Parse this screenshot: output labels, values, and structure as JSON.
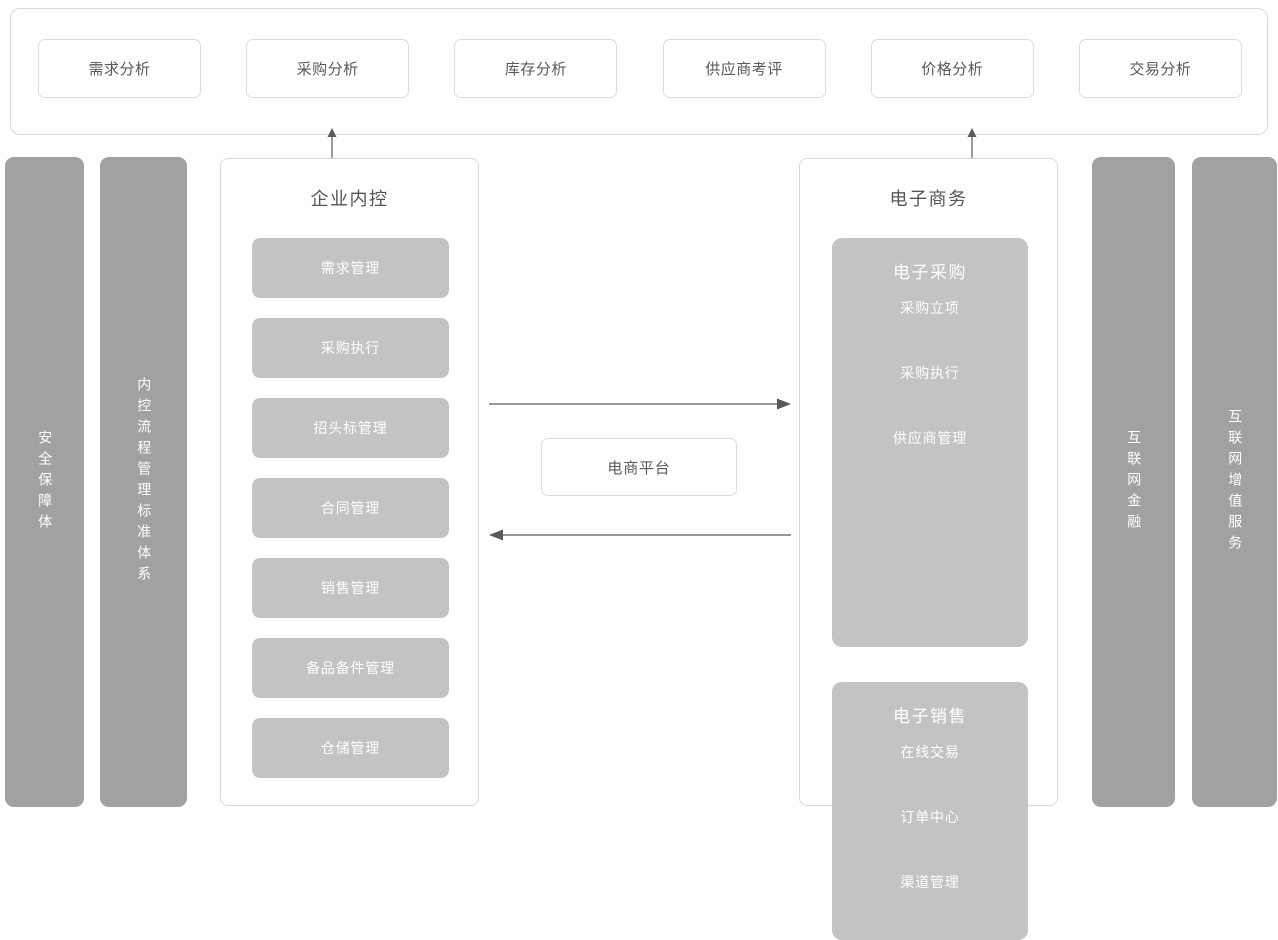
{
  "analytics_bar": {
    "cards": [
      {
        "label": "需求分析"
      },
      {
        "label": "采购分析"
      },
      {
        "label": "库存分析"
      },
      {
        "label": "供应商考评"
      },
      {
        "label": "价格分析"
      },
      {
        "label": "交易分析"
      }
    ]
  },
  "side_bars": {
    "security": {
      "label": "安全保障体"
    },
    "standards": {
      "label": "内控流程管理标准体系"
    },
    "internet_finance": {
      "label": "互联网金融"
    },
    "internet_value_added": {
      "label": "互联网增值服务"
    }
  },
  "internal_control": {
    "title": "企业内控",
    "items": [
      {
        "label": "需求管理"
      },
      {
        "label": "采购执行"
      },
      {
        "label": "招头标管理"
      },
      {
        "label": "合同管理"
      },
      {
        "label": "销售管理"
      },
      {
        "label": "备品备件管理"
      },
      {
        "label": "仓储管理"
      }
    ]
  },
  "ecommerce": {
    "title": "电子商务",
    "groups": [
      {
        "title": "电子采购",
        "items": [
          {
            "label": "采购立项"
          },
          {
            "label": "采购执行"
          },
          {
            "label": "供应商管理"
          }
        ]
      },
      {
        "title": "电子销售",
        "items": [
          {
            "label": "在线交易"
          },
          {
            "label": "订单中心"
          },
          {
            "label": "渠道管理"
          }
        ]
      }
    ]
  },
  "platform": {
    "label": "电商平台"
  },
  "colors": {
    "bar_gray": "#a1a1a1",
    "block_gray": "#c3c3c3",
    "border_gray": "#d9d9d9",
    "card_border": "#dcdcdc",
    "text_dark": "#555555",
    "text_light": "#ffffff",
    "arrow": "#5a5a5a",
    "background": "#ffffff"
  }
}
